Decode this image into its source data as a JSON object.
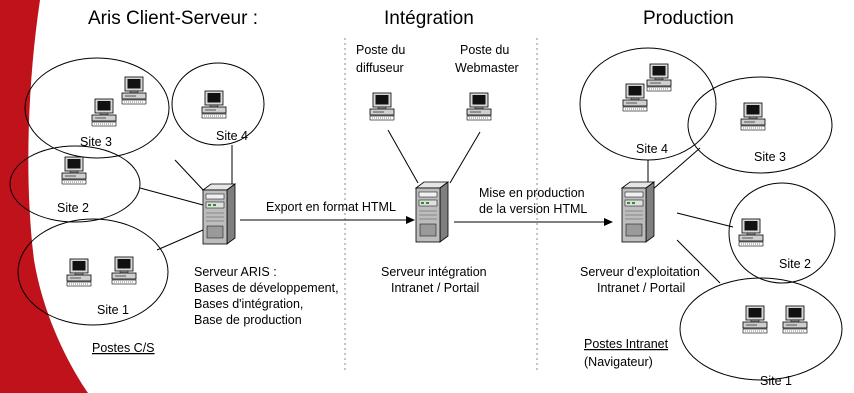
{
  "headers": {
    "client_server": "Aris Client-Serveur :",
    "integration": "Intégration",
    "production": "Production"
  },
  "client_sites": {
    "site3": "Site 3",
    "site4": "Site 4",
    "site2": "Site 2",
    "site1": "Site 1"
  },
  "integration_posts": {
    "diffuseur": [
      "Poste du",
      "diffuseur"
    ],
    "webmaster": [
      "Poste du",
      "Webmaster"
    ]
  },
  "servers": {
    "aris": [
      "Serveur ARIS :",
      "Bases de développement,",
      "Bases d'intégration,",
      "Base de production"
    ],
    "integration": [
      "Serveur intégration",
      "Intranet / Portail"
    ],
    "exploitation": [
      "Serveur d'exploitation",
      "Intranet / Portail"
    ]
  },
  "arrows": {
    "export": "Export en format HTML",
    "production": [
      "Mise en production",
      "de la version HTML"
    ]
  },
  "prod_sites": {
    "site4": "Site 4",
    "site3": "Site 3",
    "site2": "Site 2",
    "site1": "Site 1"
  },
  "footers": {
    "postes_cs": "Postes C/S",
    "postes_intranet": "Postes Intranet",
    "navigateur": "(Navigateur)"
  },
  "colors": {
    "accent_bar": "#c0121a",
    "line": "#000000"
  }
}
